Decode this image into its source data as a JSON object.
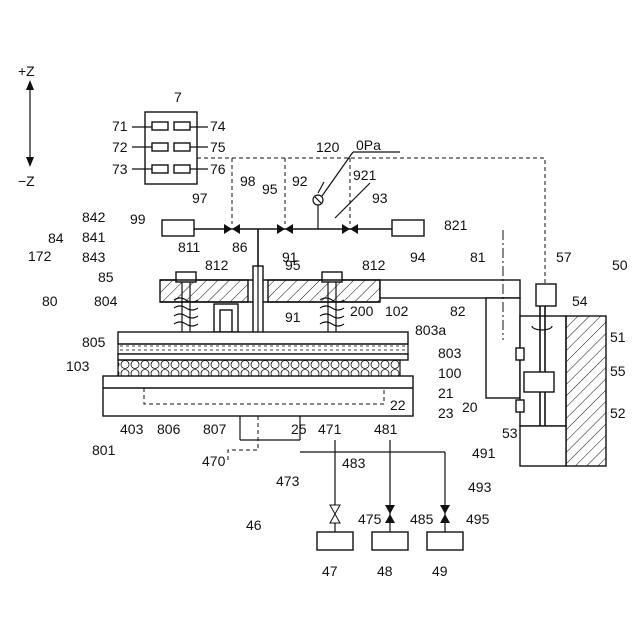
{
  "axis": {
    "plus": "+Z",
    "minus": "−Z"
  },
  "controller": {
    "ref": "7",
    "subs": [
      "71",
      "72",
      "73",
      "74",
      "75",
      "76"
    ]
  },
  "gauge": {
    "ref": "120",
    "reading": "0Pa"
  },
  "labels": {
    "l84": "84",
    "l842": "842",
    "l841": "841",
    "l843": "843",
    "l172": "172",
    "l80": "80",
    "l85": "85",
    "l804": "804",
    "l805": "805",
    "l103": "103",
    "l801": "801",
    "l403": "403",
    "l806": "806",
    "l807": "807",
    "l470": "470",
    "l25": "25",
    "l46": "46",
    "l99": "99",
    "l97": "97",
    "l98": "98",
    "l95a": "95",
    "l92": "92",
    "l921": "921",
    "l93": "93",
    "l94": "94",
    "l91a": "91",
    "l811": "811",
    "l86": "86",
    "l812a": "812",
    "l95b": "95",
    "l812b": "812",
    "l91b": "91",
    "l200": "200",
    "l102": "102",
    "l803a": "803a",
    "l803": "803",
    "l100": "100",
    "l21": "21",
    "l22": "22",
    "l23": "23",
    "l20": "20",
    "l821": "821",
    "l81": "81",
    "l82": "82",
    "l57": "57",
    "l54": "54",
    "l50": "50",
    "l51": "51",
    "l55": "55",
    "l52": "52",
    "l53": "53",
    "l471": "471",
    "l481": "481",
    "l491": "491",
    "l473": "473",
    "l483": "483",
    "l493": "493",
    "l475": "475",
    "l485": "485",
    "l495": "495",
    "l47": "47",
    "l48": "48",
    "l49": "49"
  }
}
